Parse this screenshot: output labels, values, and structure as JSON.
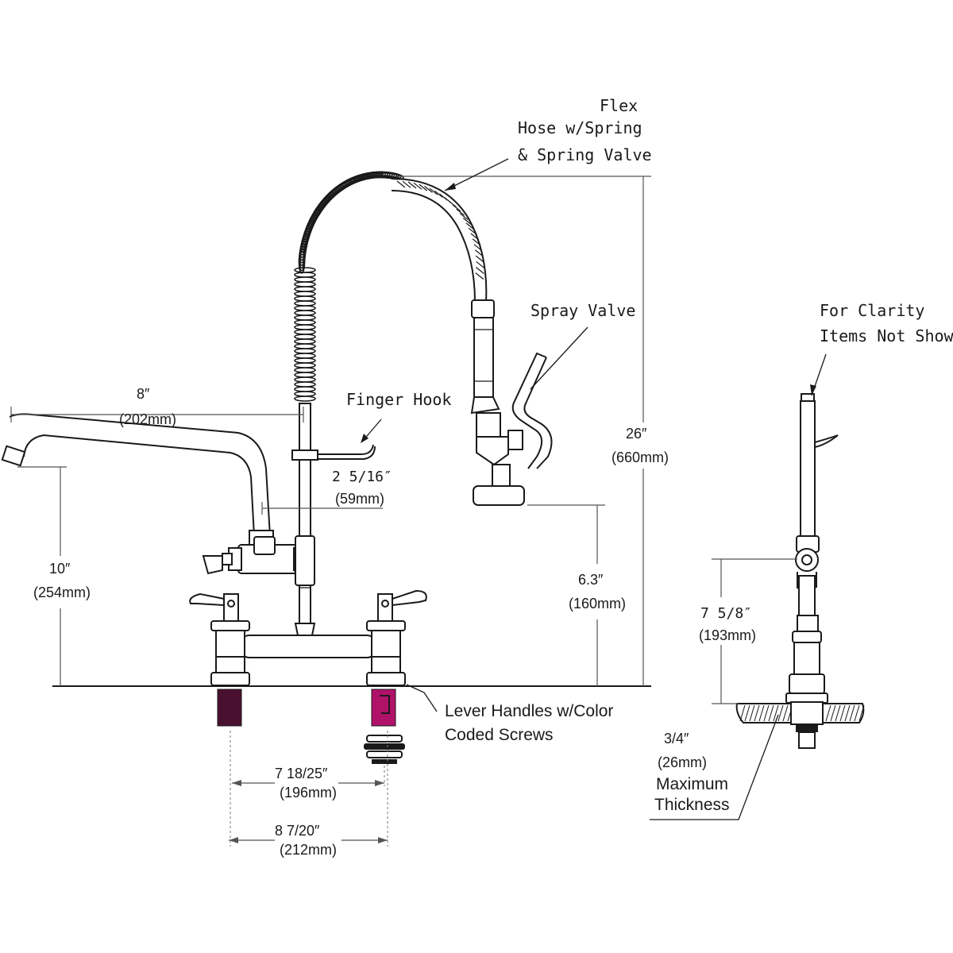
{
  "labels": {
    "flex_hose_1": "Flex",
    "flex_hose_2": "Hose w/Spring",
    "flex_hose_3": "& Spring Valve",
    "spray_valve": "Spray Valve",
    "finger_hook": "Finger Hook",
    "for_clarity_1": "For Clarity",
    "for_clarity_2": "Items Not Shown",
    "lever_handles_1": "Lever Handles w/Color",
    "lever_handles_2": "Coded Screws",
    "maximum": "Maximum",
    "thickness": "Thickness"
  },
  "dimensions": {
    "spout_reach_in": "8″",
    "spout_reach_mm": "(202mm)",
    "riser_offset_in": "2 5/16″",
    "riser_offset_mm": "(59mm)",
    "overall_height_in": "26″",
    "overall_height_mm": "(660mm)",
    "spray_height_in": "6.3″",
    "spray_height_mm": "(160mm)",
    "spout_height_in": "10″",
    "spout_height_mm": "(254mm)",
    "inlet_spacing_in": "7 18/25″",
    "inlet_spacing_mm": "(196mm)",
    "inlet_outer_in": "8 7/20″",
    "inlet_outer_mm": "(212mm)",
    "side_height_in": "7 5/8″",
    "side_height_mm": "(193mm)",
    "deck_thickness_in": "3/4″",
    "deck_thickness_mm": "(26mm)"
  },
  "colors": {
    "line": "#1a1a1a",
    "hot_screw": "#b0126a",
    "cold_screw": "#4a1030"
  }
}
